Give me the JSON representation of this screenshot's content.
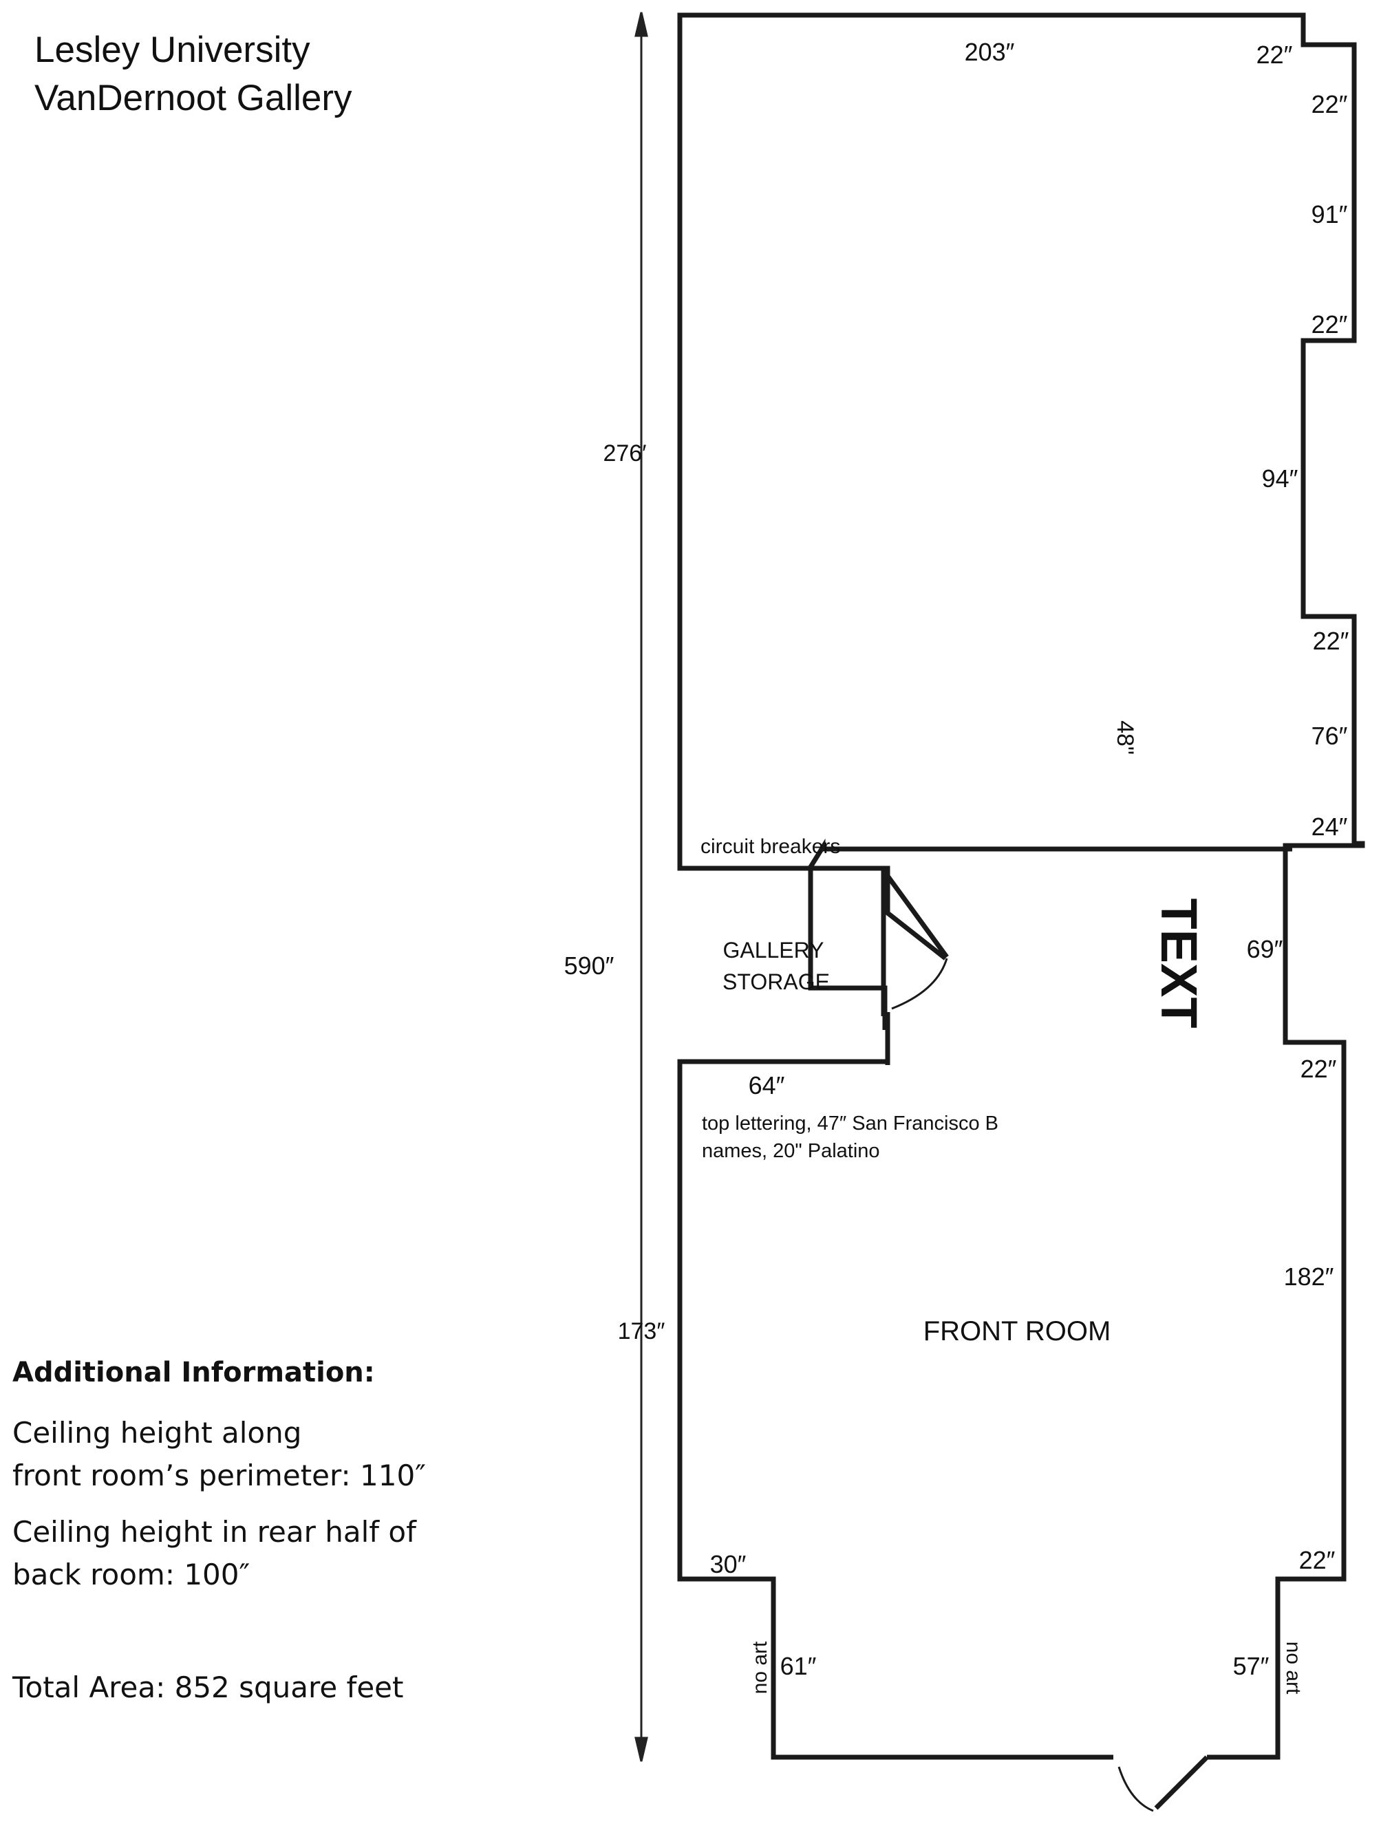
{
  "title": {
    "line1": "Lesley University",
    "line2": "VanDernoot Gallery"
  },
  "additional_info": {
    "heading": "Additional Information:",
    "ceiling_front_1": "Ceiling height along",
    "ceiling_front_2": "front room’s perimeter: 110″",
    "ceiling_back_1": "Ceiling height in rear half of",
    "ceiling_back_2": "back room: 100″",
    "total_area": "Total Area: 852 square feet"
  },
  "floor_plan": {
    "overall_height": "590″",
    "back_room_length": "276′",
    "front_room_length": "173″",
    "rooms": {
      "front": "FRONT ROOM",
      "storage_1": "GALLERY",
      "storage_2": "STORAGE"
    },
    "notes": {
      "circuit_breakers": "circuit breakers",
      "lettering_1": "top lettering, 47″  San Francisco B",
      "lettering_2": "names, 20\"  Palatino",
      "text_wall": "TEXT",
      "text_height": "48\"",
      "no_art": "no art"
    },
    "dimensions": {
      "top_wall": "203″",
      "notch_top": "22″",
      "notch_side": "22″",
      "right_91": "91″",
      "right_22a": "22″",
      "right_94": "94″",
      "right_22b": "22″",
      "right_76": "76″",
      "right_24": "24″",
      "right_69": "69″",
      "right_22c": "22″",
      "right_182": "182″",
      "right_22d": "22″",
      "right_57": "57″",
      "left_64": "64″",
      "left_30": "30″",
      "left_61": "61″"
    }
  }
}
